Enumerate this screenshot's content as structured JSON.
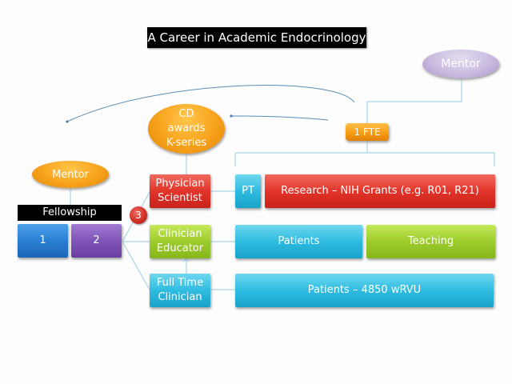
{
  "title": "A Career in Academic Endocrinology",
  "nodes": {
    "mentor_top": "Mentor",
    "mentor_left": "Mentor",
    "cd_awards": [
      "CD",
      "awards",
      "K-series"
    ],
    "fte": "1 FTE",
    "fellowship": "Fellowship",
    "year1": "1",
    "year2": "2",
    "year3_badge": "3",
    "physician_scientist": [
      "Physician",
      "Scientist"
    ],
    "clinician_educator": [
      "Clinician",
      "Educator"
    ],
    "full_time_clinician": [
      "Full Time",
      "Clinician"
    ],
    "pt": "PT",
    "research": "Research – NIH Grants (e.g. R01, R21)",
    "patients": "Patients",
    "teaching": "Teaching",
    "patients_wrvu": "Patients – 4850 wRVU"
  },
  "colors": {
    "red": "#e2342a",
    "cyan": "#2fbce0",
    "green": "#9ccc2c",
    "orange": "#f7a21b",
    "lavender": "#c9bbe0",
    "blue": "#2a7fd4",
    "purple": "#7f54b8",
    "connector": "#a8d4e6"
  }
}
